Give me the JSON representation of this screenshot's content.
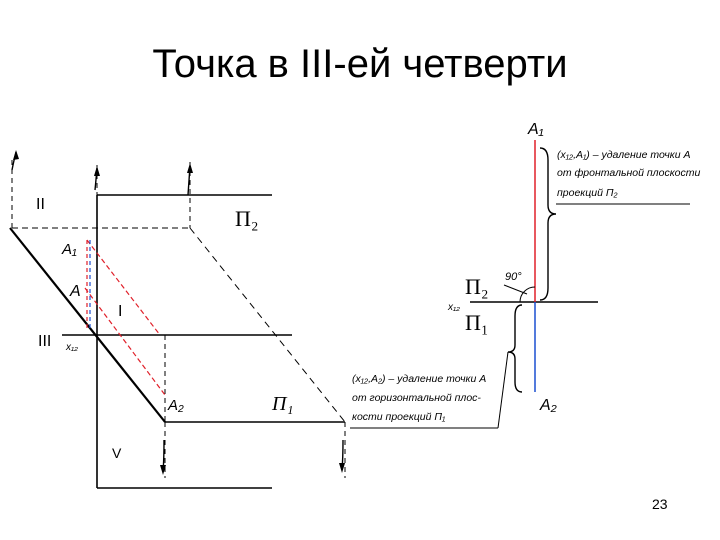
{
  "slide": {
    "title": "Точка в III-ей четверти",
    "page_number": "23"
  },
  "diagram": {
    "quadrant_labels": {
      "q2": "II",
      "q1": "I",
      "q3": "III",
      "q4": "V"
    },
    "plane_labels": {
      "frontal": "П₂",
      "horizontal": "П₁",
      "epure_upper": "П₂",
      "epure_lower": "П₁"
    },
    "point_labels": {
      "a": "A",
      "a1": "A₁",
      "a2": "A₂",
      "x12_left": "x₁₂",
      "epure_a1": "A₁",
      "epure_a2": "A₂",
      "x12_epure": "x₁₂"
    },
    "angle_label": "90°",
    "note_frontal": [
      "(x₁₂,A₁) – удаление точки А",
      "от фронтальной плоскости",
      "проекций П₂"
    ],
    "note_horizontal": [
      "(x₁₂,A₂) – удаление точки А",
      "от горизонтальной плос-",
      "кости проекций П₁"
    ]
  },
  "colors": {
    "line": "#000000",
    "red": "#e0202a",
    "blue": "#1a4fd0"
  }
}
